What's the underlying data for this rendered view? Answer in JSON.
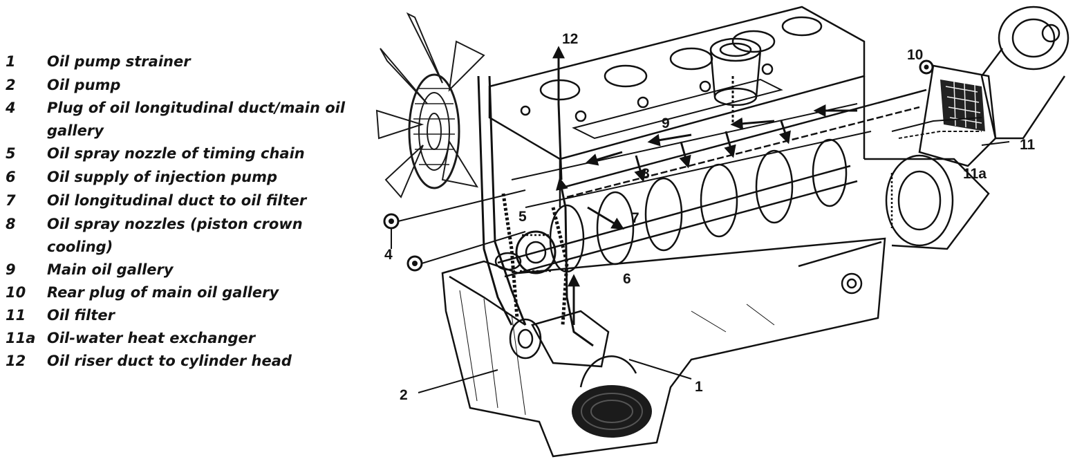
{
  "legend": [
    {
      "num": "1",
      "text": "Oil pump strainer"
    },
    {
      "num": "2",
      "text": "Oil pump"
    },
    {
      "num": "4",
      "text": "Plug of oil longitudinal duct/main oil"
    },
    {
      "num": "",
      "text": "gallery"
    },
    {
      "num": "5",
      "text": "Oil spray nozzle of timing chain"
    },
    {
      "num": "6",
      "text": "Oil supply of injection pump"
    },
    {
      "num": "7",
      "text": "Oil longitudinal duct to oil filter"
    },
    {
      "num": "8",
      "text": "Oil spray nozzles (piston crown"
    },
    {
      "num": "",
      "text": "cooling)"
    },
    {
      "num": "9",
      "text": "Main oil gallery"
    },
    {
      "num": "10",
      "text": "Rear plug of main oil gallery"
    },
    {
      "num": "11",
      "text": "Oil filter"
    },
    {
      "num": "11a",
      "text": "Oil-water heat exchanger"
    },
    {
      "num": "12",
      "text": "Oil riser duct to cylinder head"
    }
  ],
  "callouts": {
    "c1": "1",
    "c2": "2",
    "c4": "4",
    "c5": "5",
    "c6": "6",
    "c7": "7",
    "c8": "8",
    "c9": "9",
    "c10": "10",
    "c11": "11",
    "c11a": "11a",
    "c12": "12"
  }
}
